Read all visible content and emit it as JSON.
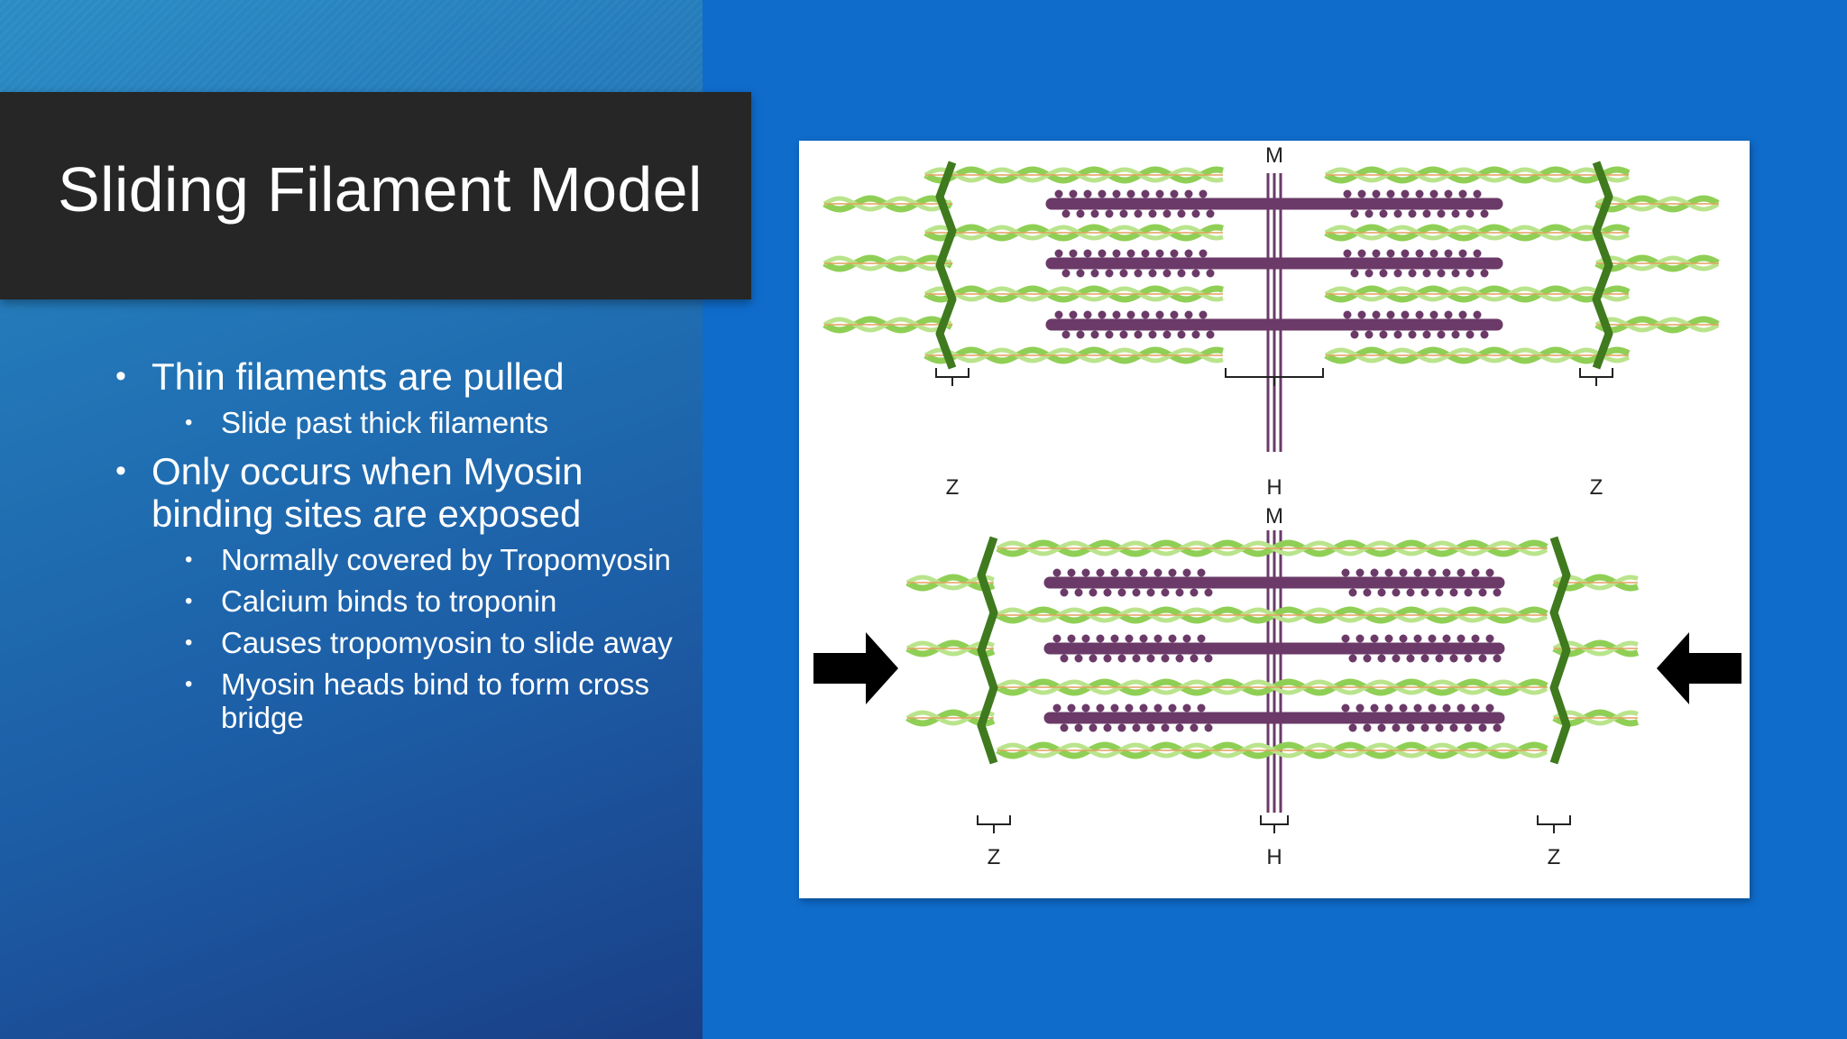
{
  "slide": {
    "title": "Sliding Filament Model",
    "bullets": [
      {
        "text": "Thin filaments are pulled",
        "sub": [
          "Slide past thick filaments"
        ]
      },
      {
        "text": "Only occurs when Myosin binding sites are exposed",
        "sub": [
          "Normally covered by Tropomyosin",
          "Calcium binds to troponin",
          "Causes tropomyosin to slide away",
          "Myosin heads bind to form cross bridge"
        ]
      }
    ]
  },
  "figure": {
    "top": {
      "m": "M",
      "h": "H",
      "z_left": "Z",
      "z_right": "Z"
    },
    "bottom": {
      "m": "M",
      "h": "H",
      "z_left": "Z",
      "z_right": "Z"
    }
  },
  "colors": {
    "background": "#0f6ccb",
    "title_bar": "#262626",
    "thin_filament": "#8fcf55",
    "thick_filament": "#6b3a68",
    "z_disc": "#3f7a1e"
  }
}
